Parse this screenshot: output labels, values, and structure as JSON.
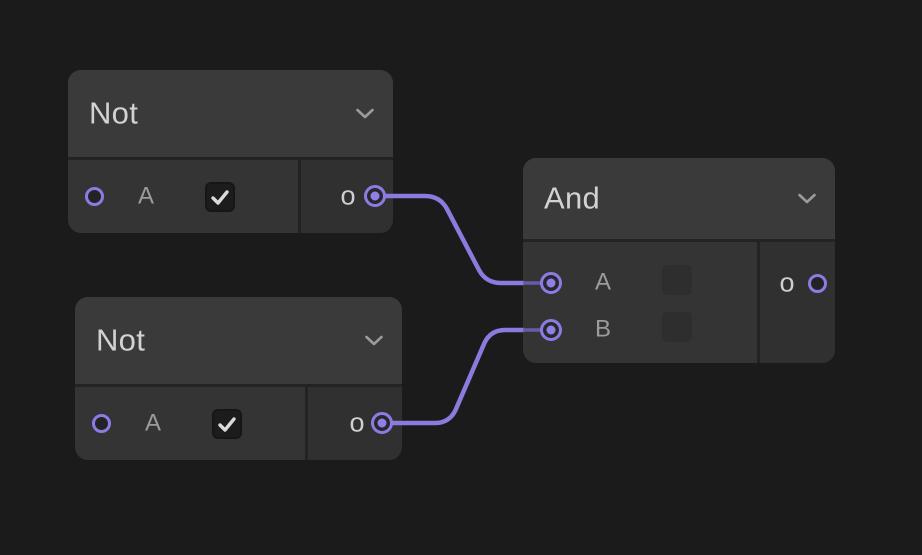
{
  "app": {
    "kind": "node-graph-editor",
    "background": "#1b1b1b",
    "accent": "#8b7ce4",
    "wire_color": "#8a7bdf",
    "wire_dim_color": "#685ca8"
  },
  "nodes": [
    {
      "title": "Not",
      "collapse_icon": "chevron-down",
      "inputs": [
        {
          "label": "A",
          "connected": false,
          "checkbox": {
            "checked": true
          }
        }
      ],
      "outputs": [
        {
          "label": "o",
          "connected": true
        }
      ]
    },
    {
      "title": "Not",
      "collapse_icon": "chevron-down",
      "inputs": [
        {
          "label": "A",
          "connected": false,
          "checkbox": {
            "checked": true
          }
        }
      ],
      "outputs": [
        {
          "label": "o",
          "connected": true
        }
      ]
    },
    {
      "title": "And",
      "collapse_icon": "chevron-down",
      "inputs": [
        {
          "label": "A",
          "connected": true,
          "checkbox": {
            "checked": false
          }
        },
        {
          "label": "B",
          "connected": true,
          "checkbox": {
            "checked": false
          }
        }
      ],
      "outputs": [
        {
          "label": "o",
          "connected": false
        }
      ]
    }
  ],
  "wires": [
    {
      "from": "not-1 output o",
      "to": "and-1 input A"
    },
    {
      "from": "not-2 output o",
      "to": "and-1 input B"
    }
  ]
}
